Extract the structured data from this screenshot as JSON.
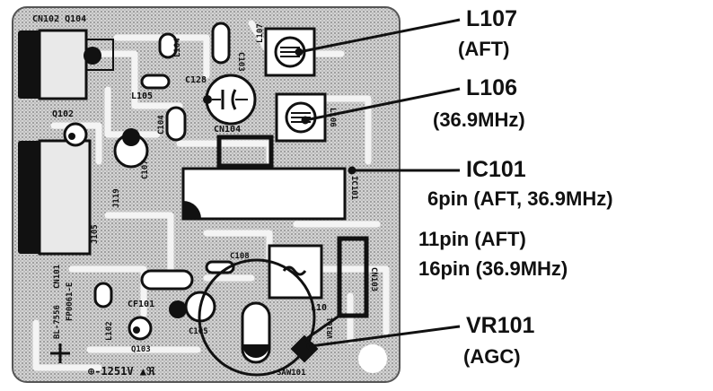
{
  "board": {
    "silkscreen": {
      "cn102_q104": "CN102 Q104",
      "l104": "L104",
      "c103": "C103",
      "l107": "L107",
      "c128": "C128",
      "l105": "L105",
      "q102": "Q102",
      "c104": "C104",
      "cn104": "CN104",
      "l106": "L106",
      "c107": "C107",
      "j119": "J119",
      "j105": "J105",
      "ic101": "IC101",
      "c108": "C108",
      "cn101": "CN101",
      "bl_7556": "BL-7556",
      "part_no": "FP0061-E",
      "cf101": "CF101",
      "c105": "C105",
      "l10": "L10",
      "cn103": "CN103",
      "l102": "L102",
      "q103": "Q103",
      "saw101": "SAW101",
      "vr101": "VR101",
      "footer": "⊕-1251V ▲ℜ"
    }
  },
  "callouts": {
    "l107": {
      "name": "L107",
      "detail": "(AFT)"
    },
    "l106": {
      "name": "L106",
      "detail": "(36.9MHz)"
    },
    "ic101": {
      "name": "IC101",
      "pin6": "6pin (AFT, 36.9MHz)",
      "pin11": "11pin (AFT)",
      "pin16": "16pin (36.9MHz)"
    },
    "vr101": {
      "name": "VR101",
      "detail": "(AGC)"
    }
  }
}
